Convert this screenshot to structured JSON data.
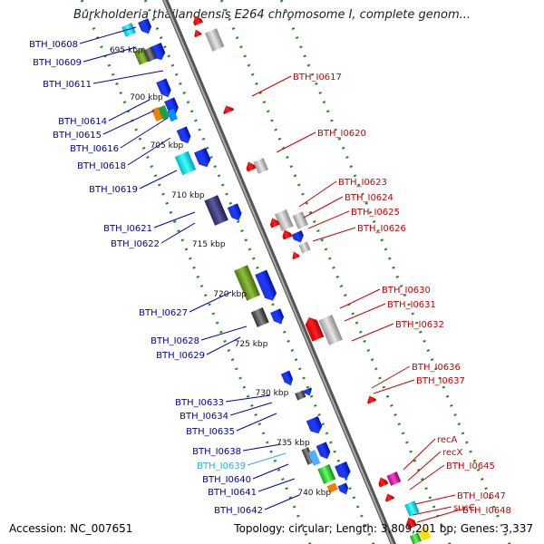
{
  "title": "Burkholderia thailandensis E264 chromosome I, complete genom...",
  "footer": {
    "accession_label": "Accession:",
    "accession": "NC_007651",
    "topology_label": "Topology:",
    "topology": "circular;",
    "length_label": "Length:",
    "length": "3,809,201 bp;",
    "genes_label": "Genes:",
    "genes": "3,337"
  },
  "colors": {
    "forward_label": "#0000aa",
    "reverse_label": "#cc0000",
    "highlight_label": "#33aadd",
    "forward_gene": "#0000ee",
    "reverse_gene": "#ee0000",
    "axis": "#777777",
    "track_dots": "#228822"
  },
  "scale_labels": [
    "695 kbp",
    "700 kbp",
    "705 kbp",
    "710 kbp",
    "715 kbp",
    "720 kbp",
    "725 kbp",
    "730 kbp",
    "735 kbp",
    "740 kbp"
  ],
  "forward_gene_labels": [
    "BTH_I0608",
    "BTH_I0609",
    "BTH_I0611",
    "BTH_I0614",
    "BTH_I0615",
    "BTH_I0616",
    "BTH_I0618",
    "BTH_I0619",
    "BTH_I0621",
    "BTH_I0622",
    "BTH_I0627",
    "BTH_I0628",
    "BTH_I0629",
    "BTH_I0633",
    "BTH_I0634",
    "BTH_I0635",
    "BTH_I0638",
    "BTH_I0639",
    "BTH_I0640",
    "BTH_I0641",
    "BTH_I0642"
  ],
  "reverse_gene_labels": [
    "BTH_I0617",
    "BTH_I0620",
    "BTH_I0623",
    "BTH_I0624",
    "BTH_I0625",
    "BTH_I0626",
    "BTH_I0630",
    "BTH_I0631",
    "BTH_I0632",
    "BTH_I0636",
    "BTH_I0637",
    "recA",
    "recX",
    "BTH_I0645",
    "sucC",
    "BTH_I0647",
    "BTH_I0648"
  ]
}
